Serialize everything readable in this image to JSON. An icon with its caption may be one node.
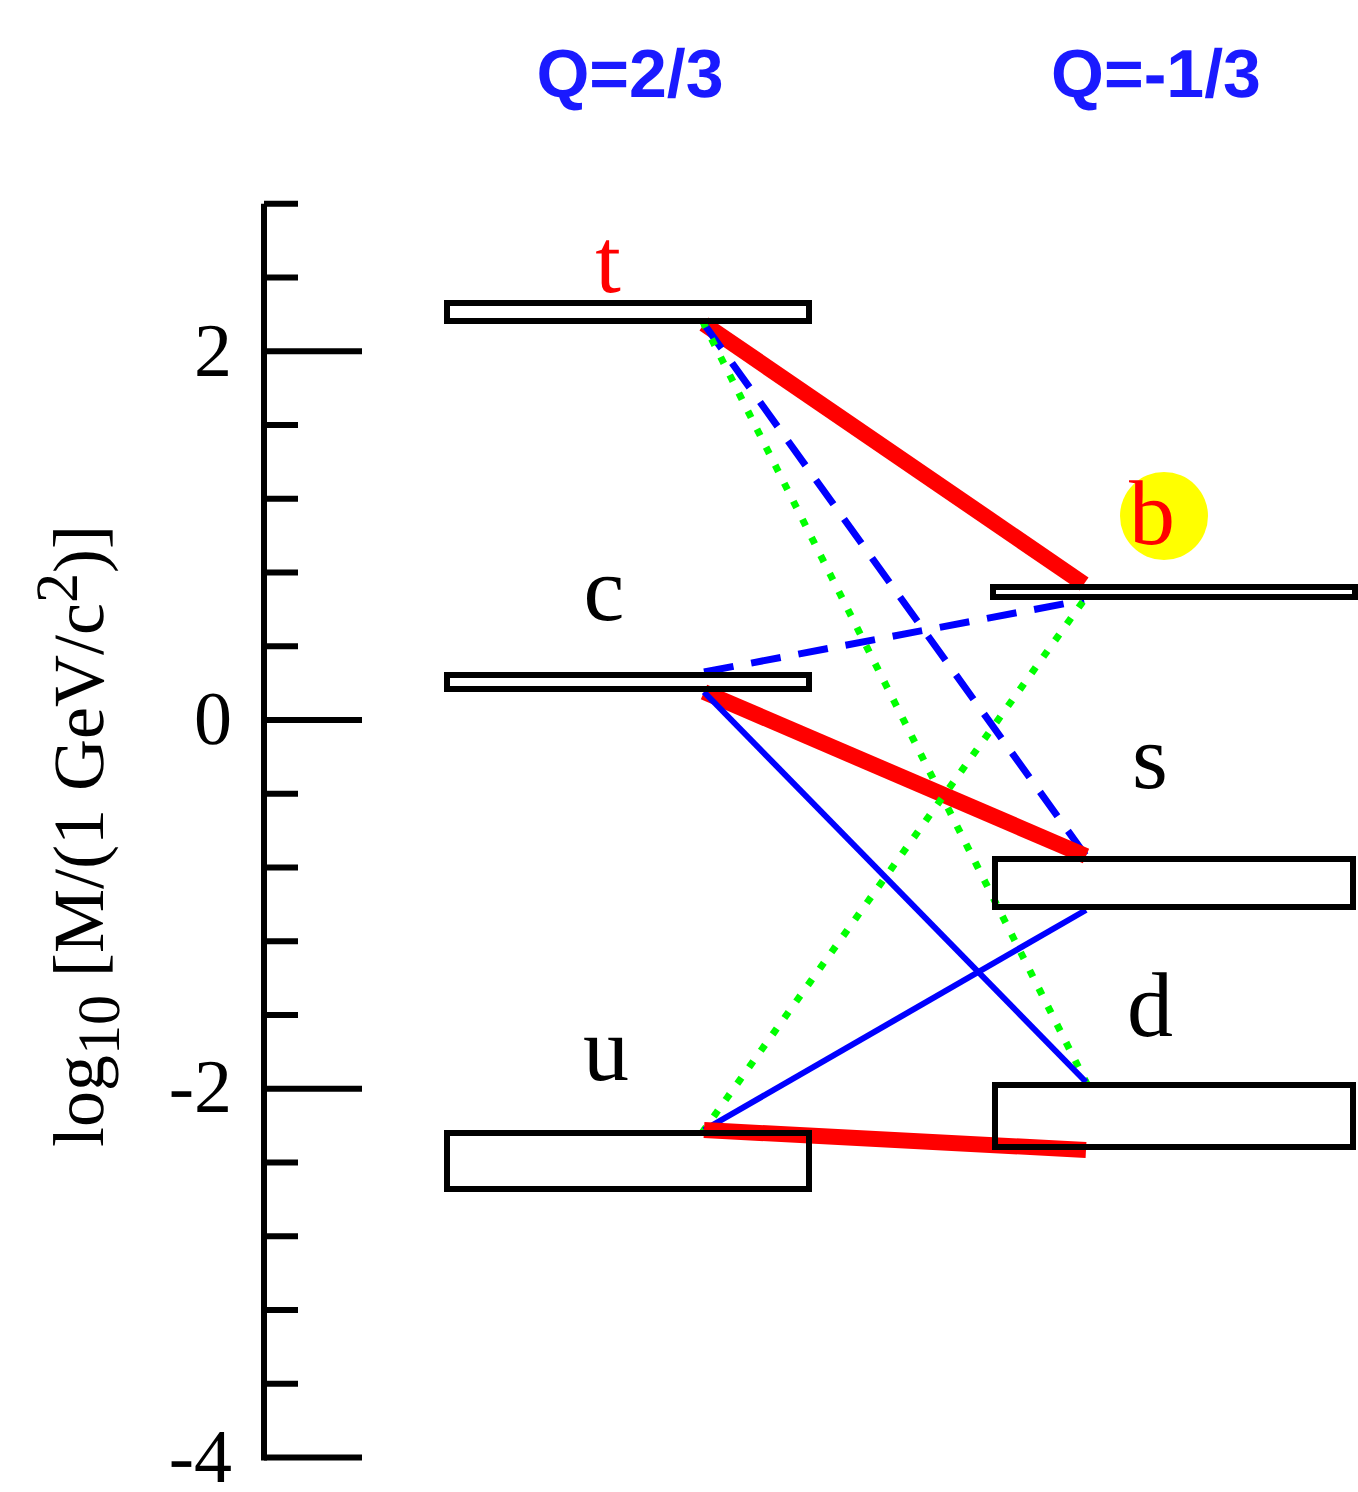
{
  "diagram": {
    "nodes": [
      {
        "text": [],
        "shape": "bar",
        "beside": [
          "t"
        ]
      },
      {
        "text": [],
        "shape": "bar",
        "beside": [
          "c"
        ]
      },
      {
        "text": [],
        "shape": "bar",
        "beside": [
          "u"
        ]
      },
      {
        "text": [],
        "shape": "bar",
        "beside": [
          "b"
        ]
      },
      {
        "text": [],
        "shape": "bar",
        "beside": [
          "s"
        ]
      },
      {
        "text": [],
        "shape": "bar",
        "beside": [
          "d"
        ]
      }
    ],
    "edges": [
      {
        "from": 0,
        "to": 3,
        "arrow": "none",
        "style": "thick",
        "color": "#ff0000"
      },
      {
        "from": 0,
        "to": 4,
        "arrow": "none",
        "style": "dashed"
      },
      {
        "from": 0,
        "to": 5,
        "arrow": "none",
        "style": "dashed",
        "color": "#00ff00"
      },
      {
        "from": 1,
        "to": 3,
        "arrow": "none",
        "style": "dashed"
      },
      {
        "from": 1,
        "to": 4,
        "arrow": "none",
        "style": "thick",
        "color": "#ff0000"
      },
      {
        "from": 1,
        "to": 5,
        "arrow": "none"
      },
      {
        "from": 2,
        "to": 3,
        "arrow": "none",
        "style": "dashed",
        "color": "#00ff00"
      },
      {
        "from": 2,
        "to": 4,
        "arrow": "none"
      },
      {
        "from": 2,
        "to": 5,
        "arrow": "none",
        "style": "thick",
        "color": "#ff0000"
      }
    ],
    "labels": [
      "Q=2/3",
      "Q=-1/3",
      "2",
      "0",
      "-2",
      "-4",
      "log$_{10}$ [M/(1 GeV/c$^{2}$)]"
    ]
  }
}
